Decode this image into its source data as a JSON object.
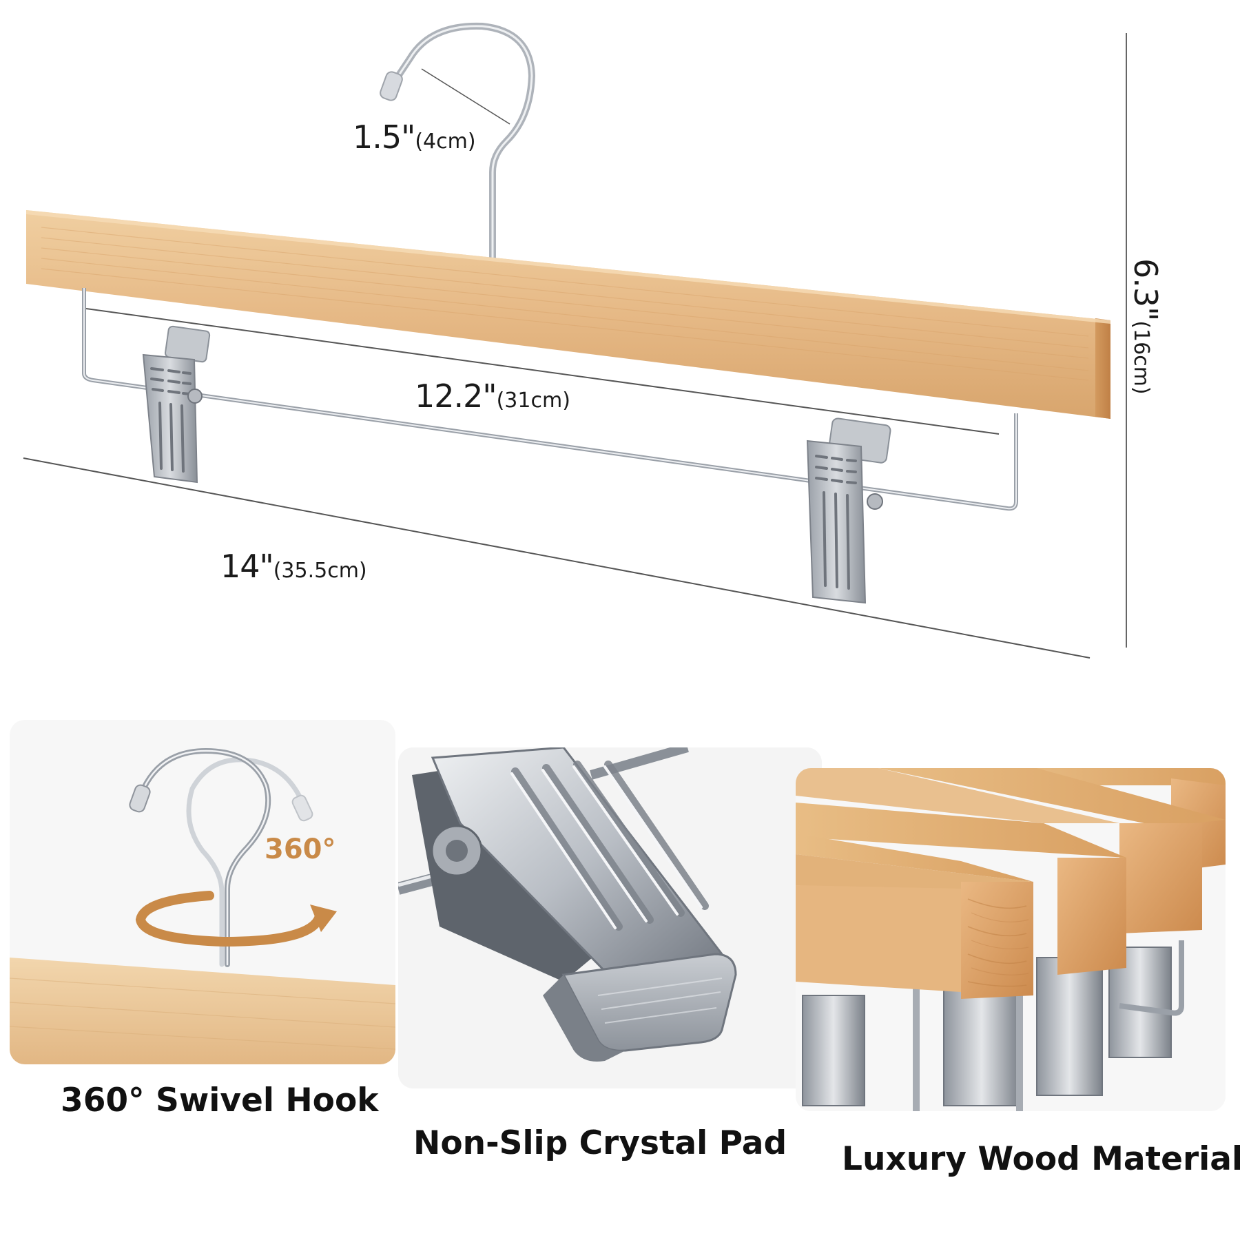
{
  "dimensions": {
    "hook": {
      "main": "1.5\"",
      "metric": "(4cm)"
    },
    "clip_span": {
      "main": "12.2\"",
      "metric": "(31cm)"
    },
    "length": {
      "main": "14\"",
      "metric": "(35.5cm)"
    },
    "height": {
      "main": "6.3\"",
      "metric": "(16cm)"
    }
  },
  "features": [
    {
      "caption": "360° Swivel Hook",
      "badge": "360°"
    },
    {
      "caption": "Non-Slip Crystal Pad"
    },
    {
      "caption": "Luxury Wood Material"
    }
  ],
  "colors": {
    "wood_light": "#e9c08f",
    "wood_mid": "#d9a368",
    "wood_dark": "#b97a3f",
    "chrome": "#c9ccd1",
    "chrome_dark": "#7d828a",
    "accent": "#c98a48"
  },
  "icons": [
    "hook-icon",
    "clip-icon",
    "rotate-arrow-icon"
  ]
}
